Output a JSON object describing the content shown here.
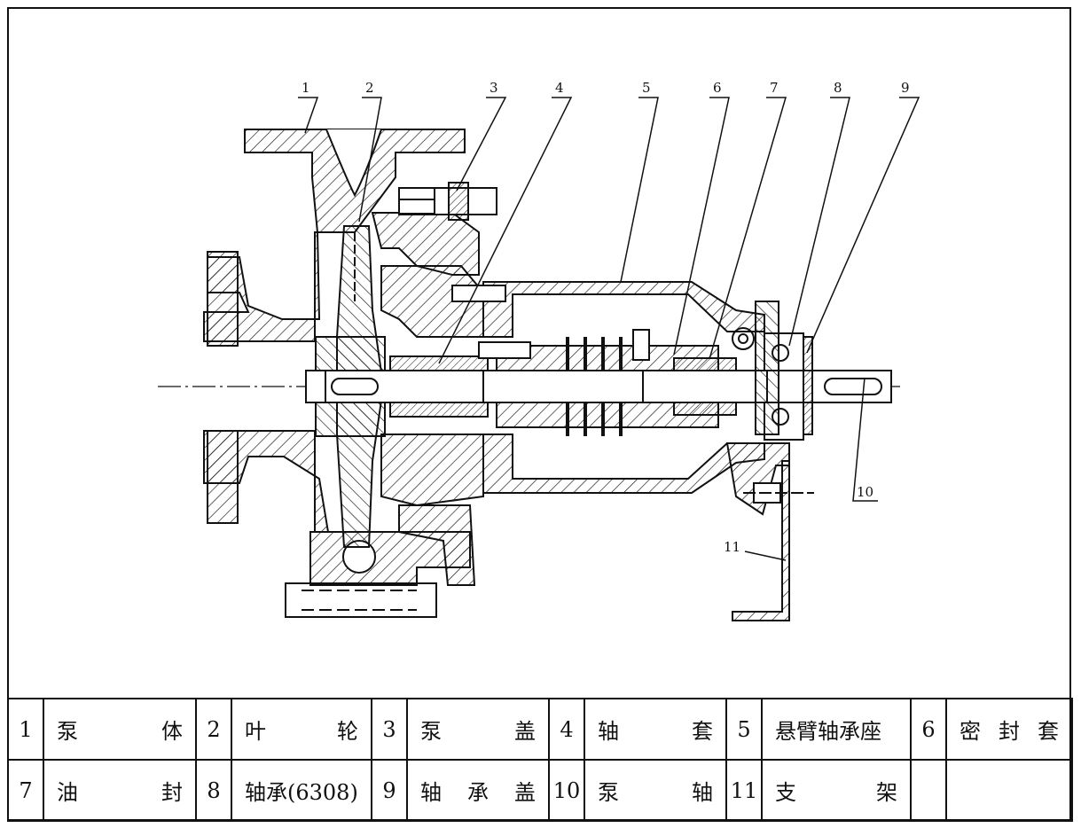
{
  "callouts": [
    "1",
    "2",
    "3",
    "4",
    "5",
    "6",
    "7",
    "8",
    "9",
    "10",
    "11"
  ],
  "parts": [
    [
      {
        "no": "1",
        "name": [
          "泵",
          "体"
        ]
      },
      {
        "no": "2",
        "name": [
          "叶",
          "轮"
        ]
      },
      {
        "no": "3",
        "name": [
          "泵",
          "盖"
        ]
      },
      {
        "no": "4",
        "name": [
          "轴",
          "套"
        ]
      },
      {
        "no": "5",
        "name": [
          "悬臂轴承座"
        ]
      },
      {
        "no": "6",
        "name": [
          "密",
          "封",
          "套"
        ]
      }
    ],
    [
      {
        "no": "7",
        "name": [
          "油",
          "封"
        ]
      },
      {
        "no": "8",
        "name": [
          "轴承(6308)"
        ]
      },
      {
        "no": "9",
        "name": [
          "轴",
          "承",
          "盖"
        ]
      },
      {
        "no": "10",
        "name": [
          "泵",
          "轴"
        ]
      },
      {
        "no": "11",
        "name": [
          "支",
          "架"
        ]
      },
      {
        "no": "",
        "name": []
      }
    ]
  ]
}
